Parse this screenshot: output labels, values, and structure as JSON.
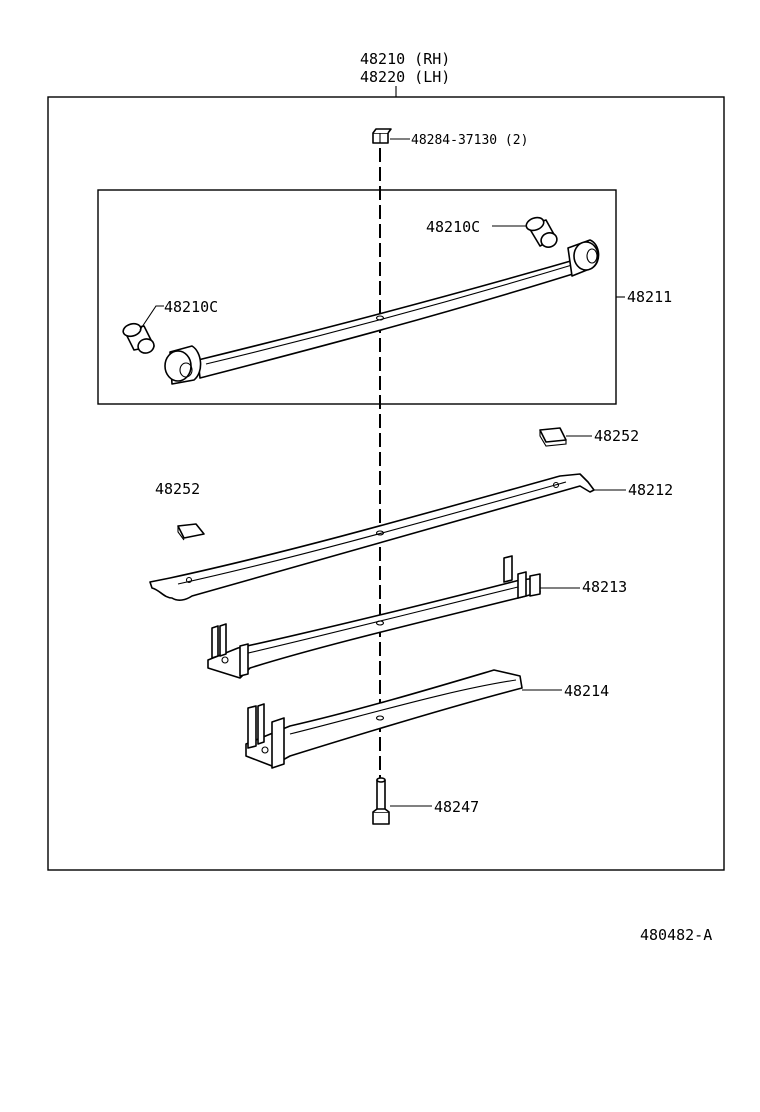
{
  "assembly": {
    "rh": "48210 (RH)",
    "lh": "48220 (LH)"
  },
  "callouts": {
    "nut": "48284-37130 (2)",
    "bushing_right": "48210C",
    "bushing_left": "48210C",
    "leaf_main": "48211",
    "clip_right": "48252",
    "clip_left": "48252",
    "leaf_2": "48212",
    "leaf_3": "48213",
    "leaf_4": "48214",
    "center_bolt": "48247"
  },
  "figure_code": "480482-A"
}
